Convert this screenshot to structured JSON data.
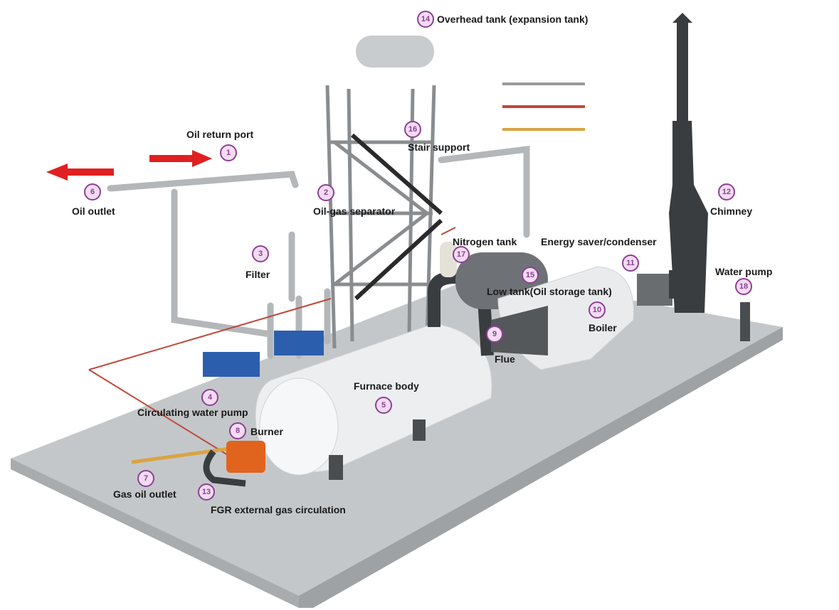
{
  "components": [
    {
      "number": "1",
      "label": "Oil return port"
    },
    {
      "number": "2",
      "label": "Oil-gas separator"
    },
    {
      "number": "3",
      "label": "Filter"
    },
    {
      "number": "4",
      "label": "Circulating water pump"
    },
    {
      "number": "5",
      "label": "Furnace body"
    },
    {
      "number": "6",
      "label": "Oil outlet"
    },
    {
      "number": "7",
      "label": "Gas oil outlet"
    },
    {
      "number": "8",
      "label": "Burner"
    },
    {
      "number": "9",
      "label": "Flue"
    },
    {
      "number": "10",
      "label": "Boiler"
    },
    {
      "number": "11",
      "label": "Energy saver/condenser"
    },
    {
      "number": "12",
      "label": "Chimney"
    },
    {
      "number": "13",
      "label": "FGR external gas circulation"
    },
    {
      "number": "14",
      "label": "Overhead tank (expansion tank)"
    },
    {
      "number": "15",
      "label": "Low tank(Oil storage tank)"
    },
    {
      "number": "16",
      "label": "Stair support"
    },
    {
      "number": "17",
      "label": "Nitrogen tank"
    },
    {
      "number": "18",
      "label": "Water pump"
    }
  ],
  "legend_colors": [
    "#9a9a9a",
    "#c0473a",
    "#d9a441"
  ],
  "colors": {
    "badge": "#8e3f96",
    "arrow": "#e02020",
    "floor": "#c4c7ca"
  }
}
